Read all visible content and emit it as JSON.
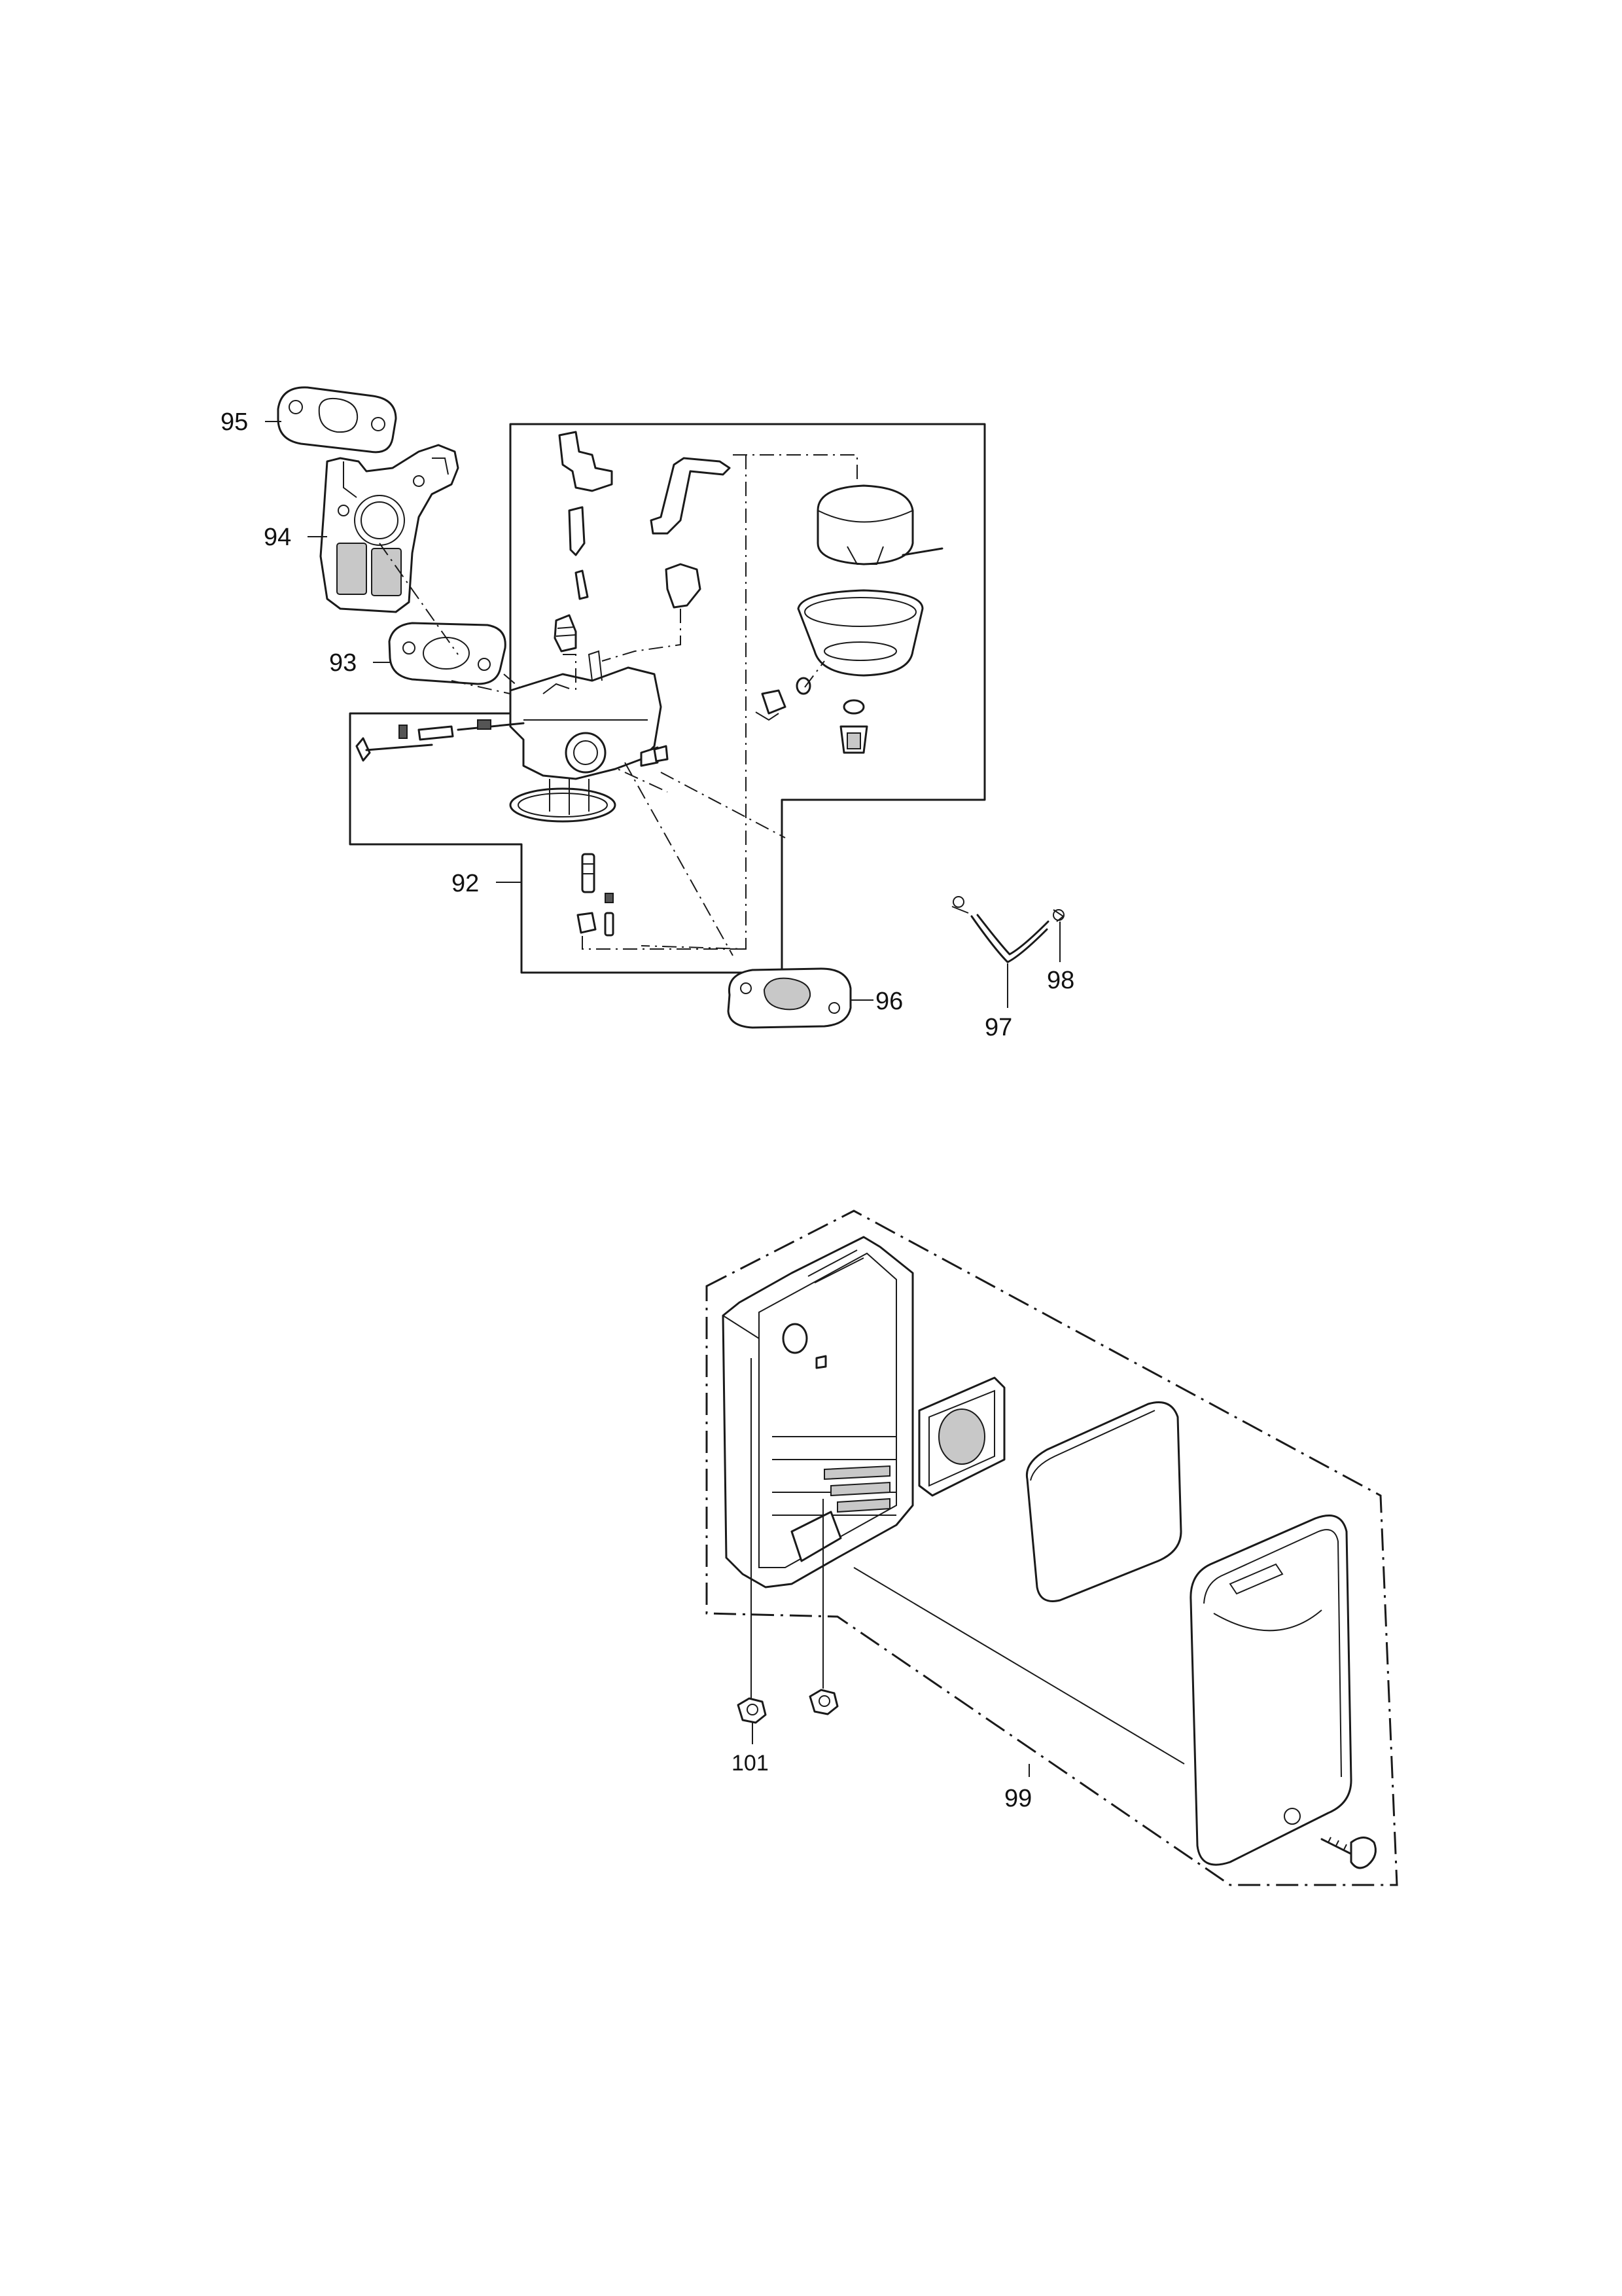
{
  "callouts": {
    "p92": "92",
    "p93": "93",
    "p94": "94",
    "p95": "95",
    "p96": "96",
    "p97": "97",
    "p98": "98",
    "p99": "99",
    "p101": "101"
  }
}
